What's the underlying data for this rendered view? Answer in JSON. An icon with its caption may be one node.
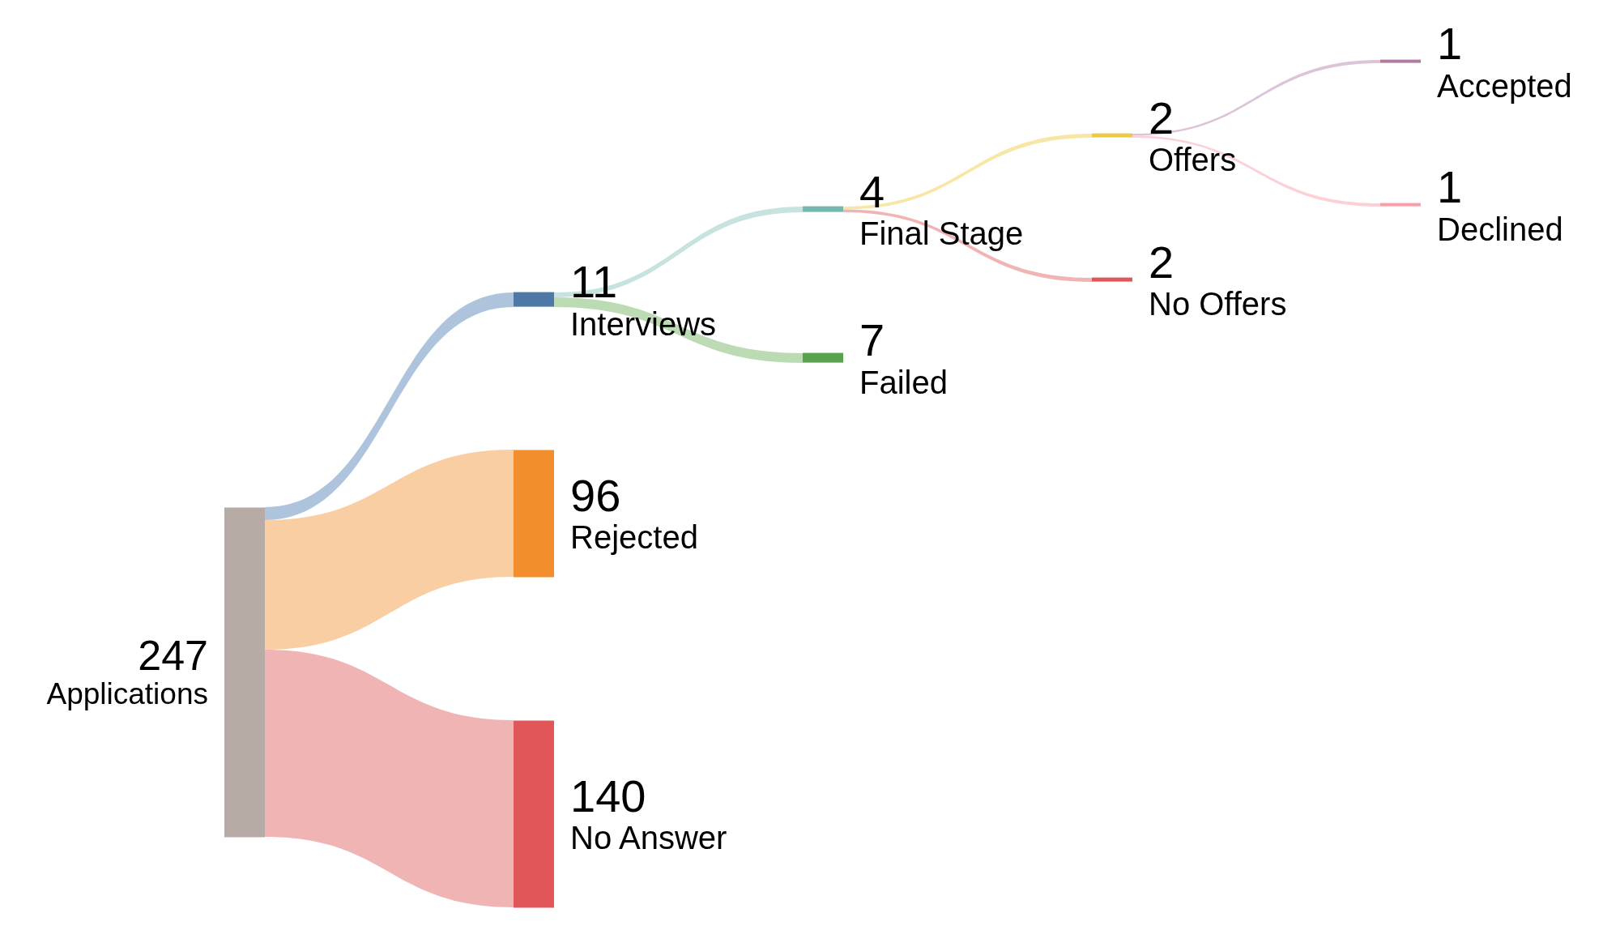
{
  "diagram": {
    "nodes": [
      {
        "text": [
          "247",
          "Applications"
        ]
      },
      {
        "text": [
          "11",
          "Interviews"
        ]
      },
      {
        "text": [
          "96",
          "Rejected"
        ]
      },
      {
        "text": [
          "140",
          "No Answer"
        ]
      },
      {
        "text": [
          "4",
          "Final Stage"
        ]
      },
      {
        "text": [
          "7",
          "Failed"
        ]
      },
      {
        "text": [
          "2",
          "Offers"
        ]
      },
      {
        "text": [
          "2",
          "No Offers"
        ]
      },
      {
        "text": [
          "1",
          "Accepted"
        ]
      },
      {
        "text": [
          "1",
          "Declined"
        ]
      }
    ],
    "edges": [
      {
        "from": 0,
        "to": 1,
        "arrow": "none",
        "color": "#aec4dc"
      },
      {
        "from": 0,
        "to": 2,
        "arrow": "none",
        "color": "#f8cea2"
      },
      {
        "from": 0,
        "to": 3,
        "arrow": "none",
        "color": "#f0b4b5"
      },
      {
        "from": 1,
        "to": 4,
        "arrow": "none",
        "color": "#c6e3df"
      },
      {
        "from": 1,
        "to": 5,
        "arrow": "none",
        "color": "#bcdab4"
      },
      {
        "from": 4,
        "to": 6,
        "arrow": "none",
        "color": "#f8e6a6"
      },
      {
        "from": 4,
        "to": 7,
        "arrow": "none",
        "color": "#f0b4b5"
      },
      {
        "from": 6,
        "to": 8,
        "arrow": "none",
        "color": "#dcc4d8"
      },
      {
        "from": 6,
        "to": 9,
        "arrow": "none",
        "color": "#fcd0d6"
      }
    ]
  }
}
